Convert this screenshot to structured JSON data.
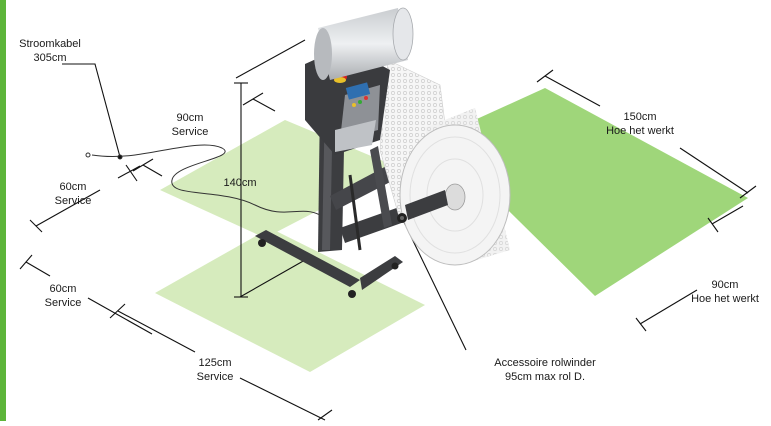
{
  "colors": {
    "accent_bar": "#5db53a",
    "work_zone": "#9fd67a",
    "service_zone": "#d6ebbd",
    "line": "#111111",
    "machine_dark": "#3c3d40",
    "roll_white": "#f4f4f4"
  },
  "labels": {
    "power_cable": [
      "Stroomkabel",
      "305cm"
    ],
    "service_90": [
      "90cm",
      "Service"
    ],
    "height_140": "140cm",
    "service_60_a": [
      "60cm",
      "Service"
    ],
    "service_60_b": [
      "60cm",
      "Service"
    ],
    "service_125": [
      "125cm",
      "Service"
    ],
    "work_150": [
      "150cm",
      "Hoe het werkt"
    ],
    "work_90": [
      "90cm",
      "Hoe het werkt"
    ],
    "accessory": [
      "Accessoire rolwinder",
      "95cm max rol D."
    ]
  },
  "icons": {
    "emergency_stop": "red-stop-button-icon",
    "control_panel": "control-panel-icon"
  }
}
